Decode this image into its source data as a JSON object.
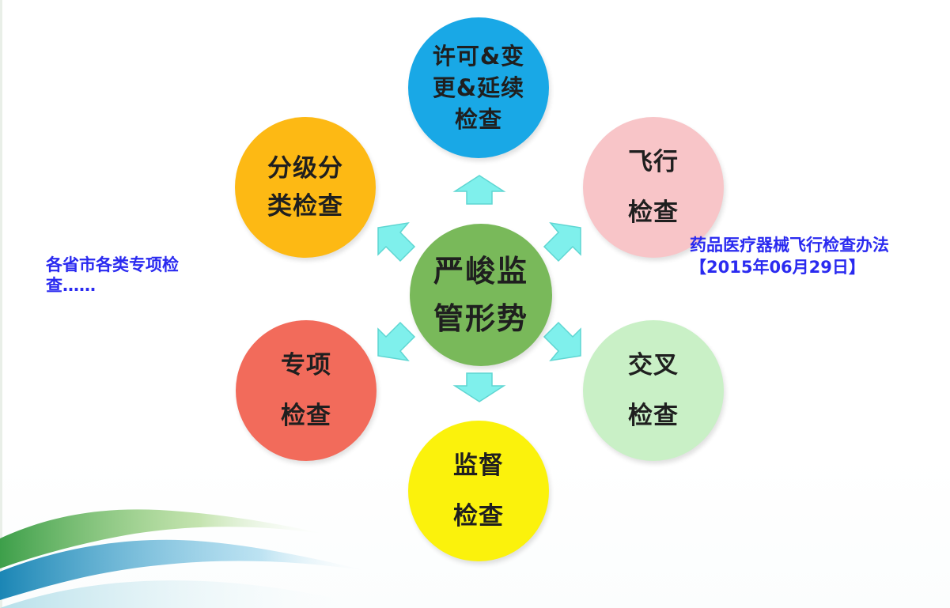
{
  "center": {
    "lines": [
      "严峻监",
      "管形势"
    ]
  },
  "nodes": {
    "top": {
      "lines": [
        "许可&变",
        "更&延续",
        "检查"
      ],
      "color": "#19a8e6"
    },
    "upper_left": {
      "lines": [
        "分级分",
        "类检查"
      ],
      "color": "#fdb914"
    },
    "upper_right": {
      "lines": [
        "飞行",
        "检查"
      ],
      "color": "#f8c5c8"
    },
    "lower_left": {
      "lines": [
        "专项",
        "检查"
      ],
      "color": "#f26b5b"
    },
    "lower_right": {
      "lines": [
        "交叉",
        "检查"
      ],
      "color": "#c9f0c6"
    },
    "bottom": {
      "lines": [
        "监督",
        "检查"
      ],
      "color": "#fbf20c"
    }
  },
  "center_color": "#79b95a",
  "arrow_color": "#7ff0ec",
  "annotations": {
    "left": "各省市各类专项检查……",
    "right_title": "药品医疗器械飞行检查办法",
    "right_date": "【2015年06月29日】"
  },
  "annotation_color": "#2a2af0"
}
